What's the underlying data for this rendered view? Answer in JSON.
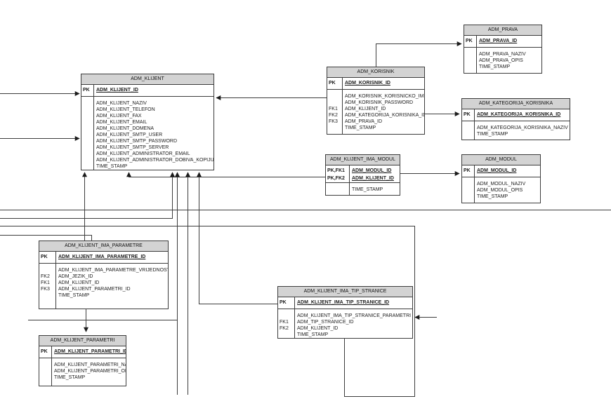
{
  "diagram": {
    "kind": "entity-relationship-diagram",
    "line_color": "#3c3c3c",
    "header_bg": "#d3d3d3",
    "tables": [
      {
        "title": "ADM_KLIJENT",
        "pk": [
          {
            "key": "PK",
            "name": "ADM_KLIJENT_ID"
          }
        ],
        "attrs": [
          {
            "key": "",
            "name": "ADM_KLIJENT_NAZIV"
          },
          {
            "key": "",
            "name": "ADM_KLIJENT_TELEFON"
          },
          {
            "key": "",
            "name": "ADM_KLIJENT_FAX"
          },
          {
            "key": "",
            "name": "ADM_KLIJENT_EMAIL"
          },
          {
            "key": "",
            "name": "ADM_KLIJENT_DOMENA"
          },
          {
            "key": "",
            "name": "ADM_KLIJENT_SMTP_USER"
          },
          {
            "key": "",
            "name": "ADM_KLIJENT_SMTP_PASSWORD"
          },
          {
            "key": "",
            "name": "ADM_KLIJENT_SMTP_SERVER"
          },
          {
            "key": "",
            "name": "ADM_KLIJENT_ADMINISTRATOR_EMAIL"
          },
          {
            "key": "",
            "name": "ADM_KLIJENT_ADMINISTRATOR_DOBIVA_KOPIJU"
          },
          {
            "key": "",
            "name": "TIME_STAMP"
          }
        ]
      },
      {
        "title": "ADM_KORISNIK",
        "pk": [
          {
            "key": "PK",
            "name": "ADM_KORISNIK_ID"
          }
        ],
        "attrs": [
          {
            "key": "",
            "name": "ADM_KORISNIK_KORISNICKO_IME"
          },
          {
            "key": "",
            "name": "ADM_KORISNIK_PASSWORD"
          },
          {
            "key": "FK1",
            "name": "ADM_KLIJENT_ID"
          },
          {
            "key": "FK2",
            "name": "ADM_KATEGORIJA_KORISNIKA_ID"
          },
          {
            "key": "FK3",
            "name": "ADM_PRAVA_ID"
          },
          {
            "key": "",
            "name": "TIME_STAMP"
          }
        ]
      },
      {
        "title": "ADM_PRAVA",
        "pk": [
          {
            "key": "PK",
            "name": "ADM_PRAVA_ID"
          }
        ],
        "attrs": [
          {
            "key": "",
            "name": "ADM_PRAVA_NAZIV"
          },
          {
            "key": "",
            "name": "ADM_PRAVA_OPIS"
          },
          {
            "key": "",
            "name": "TIME_STAMP"
          }
        ]
      },
      {
        "title": "ADM_KATEGORIJA_KORISNIKA",
        "pk": [
          {
            "key": "PK",
            "name": "ADM_KATEGORIJA_KORISNIKA_ID"
          }
        ],
        "attrs": [
          {
            "key": "",
            "name": "ADM_KATEGORIJA_KORISNIKA_NAZIV"
          },
          {
            "key": "",
            "name": "TIME_STAMP"
          }
        ]
      },
      {
        "title": "ADM_KLIJENT_IMA_MODUL",
        "pk": [
          {
            "key": "PK,FK1",
            "name": "ADM_MODUL_ID"
          },
          {
            "key": "PK,FK2",
            "name": "ADM_KLIJENT_ID"
          }
        ],
        "attrs": [
          {
            "key": "",
            "name": "TIME_STAMP"
          }
        ]
      },
      {
        "title": "ADM_MODUL",
        "pk": [
          {
            "key": "PK",
            "name": "ADM_MODUL_ID"
          }
        ],
        "attrs": [
          {
            "key": "",
            "name": "ADM_MODUL_NAZIV"
          },
          {
            "key": "",
            "name": "ADM_MODUL_OPIS"
          },
          {
            "key": "",
            "name": "TIME_STAMP"
          }
        ]
      },
      {
        "title": "ADM_KLIJENT_IMA_PARAMETRE",
        "pk": [
          {
            "key": "PK",
            "name": "ADM_KLIJENT_IMA_PARAMETRE_ID"
          }
        ],
        "attrs": [
          {
            "key": "",
            "name": "ADM_KLIJENT_IMA_PARAMETRE_VRIJEDNOST"
          },
          {
            "key": "FK2",
            "name": "ADM_JEZIK_ID"
          },
          {
            "key": "FK1",
            "name": "ADM_KLIJENT_ID"
          },
          {
            "key": "FK3",
            "name": "ADM_KLIJENT_PARAMETRI_ID"
          },
          {
            "key": "",
            "name": "TIME_STAMP"
          }
        ]
      },
      {
        "title": "ADM_KLIJENT_IMA_TIP_STRANICE",
        "pk": [
          {
            "key": "PK",
            "name": "ADM_KLIJENT_IMA_TIP_STRANICE_ID"
          }
        ],
        "attrs": [
          {
            "key": "",
            "name": "ADM_KLIJENT_IMA_TIP_STRANICE_PARAMETRI"
          },
          {
            "key": "FK1",
            "name": "ADM_TIP_STRANICE_ID"
          },
          {
            "key": "FK2",
            "name": "ADM_KLIJENT_ID"
          },
          {
            "key": "",
            "name": "TIME_STAMP"
          }
        ]
      },
      {
        "title": "ADM_KLIJENT_PARAMETRI",
        "pk": [
          {
            "key": "PK",
            "name": "ADM_KLIJENT_PARAMETRI_ID"
          }
        ],
        "attrs": [
          {
            "key": "",
            "name": "ADM_KLIJENT_PARAMETRI_NAZIV"
          },
          {
            "key": "",
            "name": "ADM_KLIJENT_PARAMETRI_OPIS"
          },
          {
            "key": "",
            "name": "TIME_STAMP"
          }
        ]
      }
    ]
  }
}
